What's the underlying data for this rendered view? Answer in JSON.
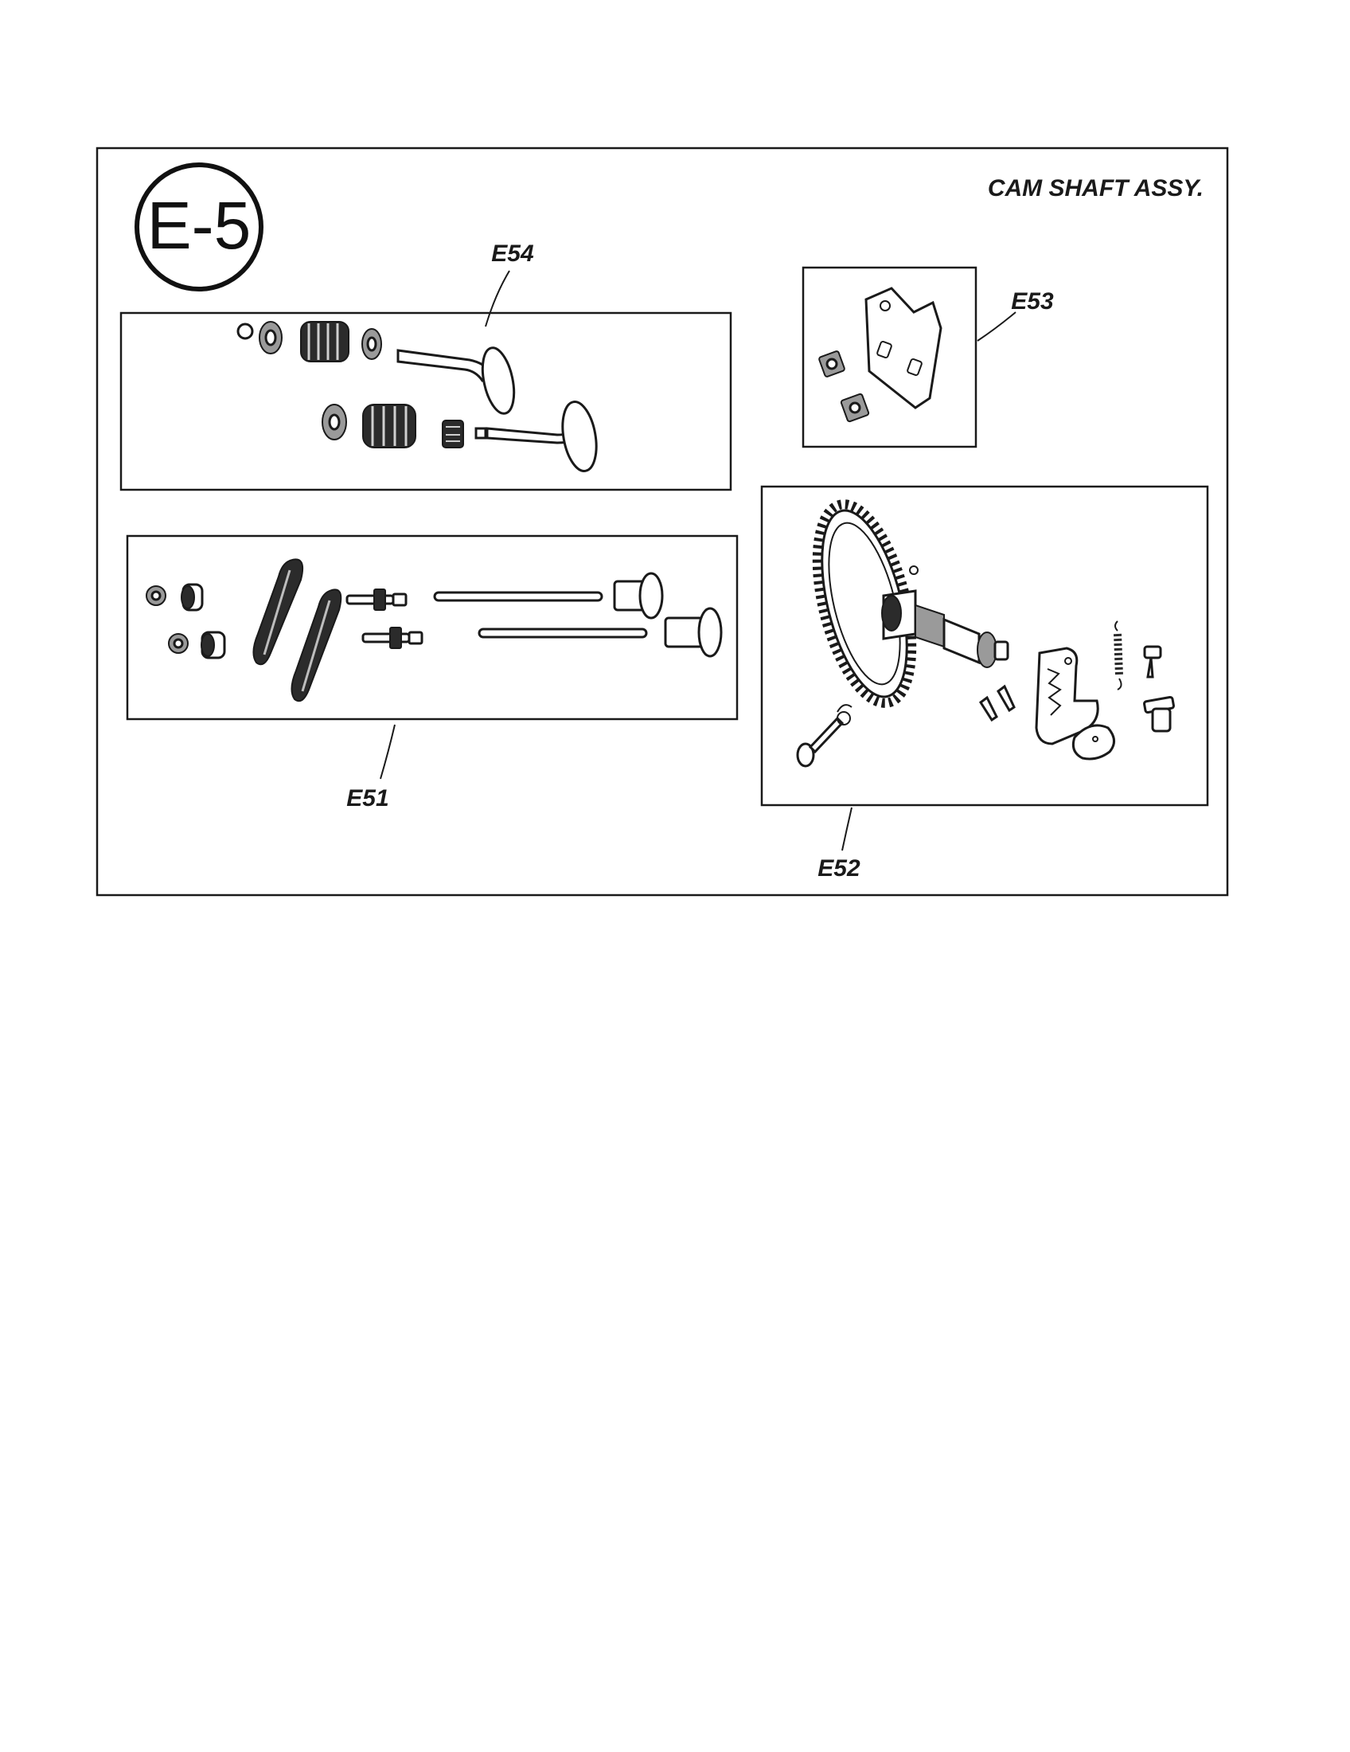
{
  "section": {
    "number": "E-5",
    "title": "CAM SHAFT ASSY."
  },
  "parts": [
    {
      "code": "E54"
    },
    {
      "code": "E53"
    },
    {
      "code": "E51"
    },
    {
      "code": "E52"
    }
  ]
}
